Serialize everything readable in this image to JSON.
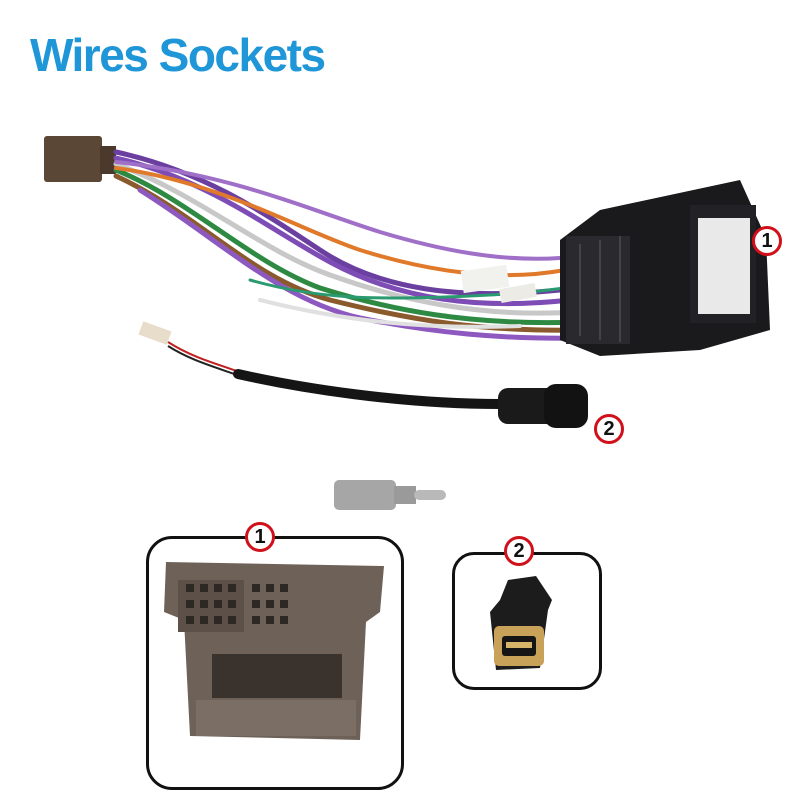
{
  "title": "Wires Sockets",
  "colors": {
    "title": "#1e96d8",
    "badge_ring": "#d0101a",
    "socket_body": "#1a1a1c",
    "connector_panel": "#6e6158"
  },
  "callouts": {
    "harness_socket": "1",
    "usb_socket": "2",
    "harness_detail": "1",
    "usb_detail": "2"
  }
}
